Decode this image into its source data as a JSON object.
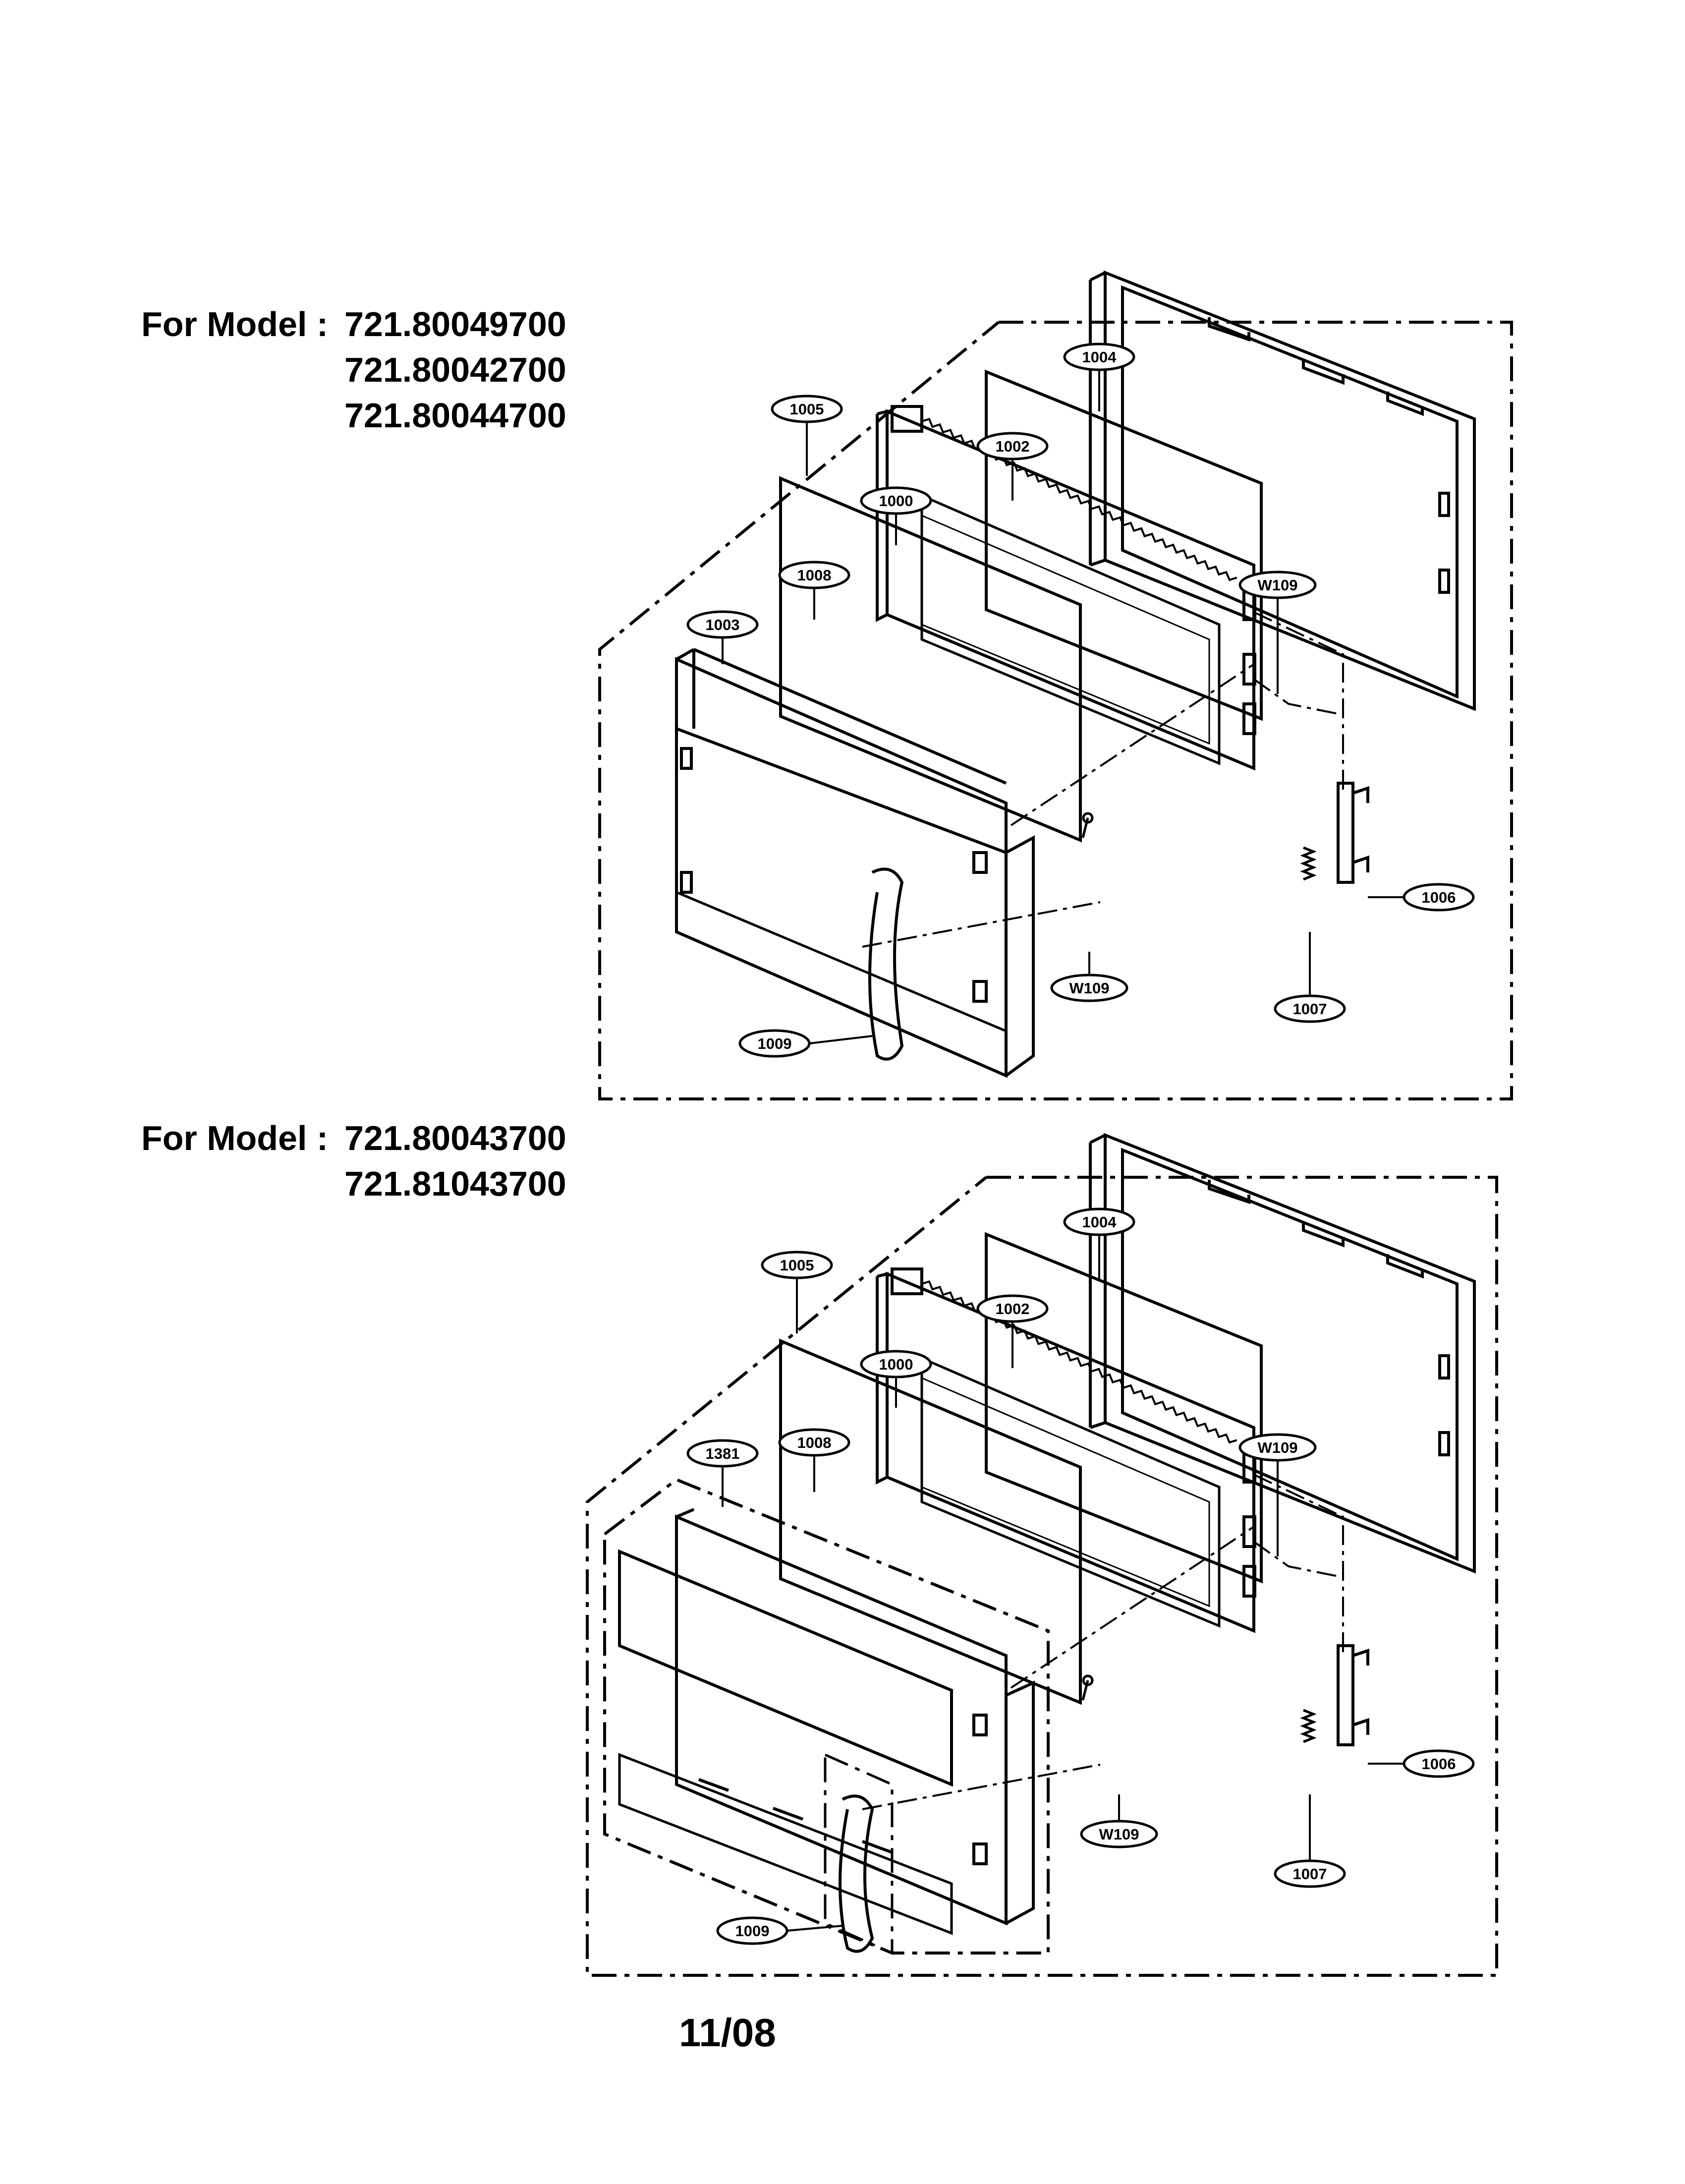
{
  "assemblies": [
    {
      "model_label": "For Model :",
      "models": [
        "721.80049700",
        "721.80042700",
        "721.80044700"
      ],
      "callouts": [
        "1004",
        "1005",
        "1002",
        "1000",
        "1008",
        "W109",
        "1003",
        "1006",
        "W109",
        "1007",
        "1009"
      ]
    },
    {
      "model_label": "For Model :",
      "models": [
        "721.80043700",
        "721.81043700"
      ],
      "callouts": [
        "1004",
        "1005",
        "1002",
        "1000",
        "W109",
        "1381",
        "1008",
        "1006",
        "W109",
        "1007",
        "1009"
      ]
    }
  ],
  "footer": {
    "date": "11/08"
  }
}
